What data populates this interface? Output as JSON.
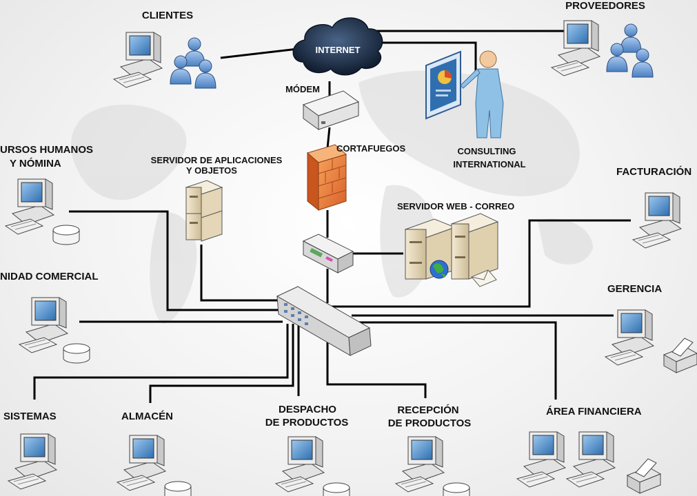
{
  "labels": {
    "clientes": "CLIENTES",
    "internet": "INTERNET",
    "proveedores": "PROVEEDORES",
    "modem": "MÓDEM",
    "cortafuegos": "CORTAFUEGOS",
    "consulting_1": "CONSULTING",
    "consulting_2": "INTERNATIONAL",
    "rrhh_1": "URSOS HUMANOS",
    "rrhh_2": "Y NÓMINA",
    "servidor_app_1": "SERVIDOR DE  APLICACIONES",
    "servidor_app_2": "Y OBJETOS",
    "facturacion": "FACTURACIÓN",
    "servidor_web": "SERVIDOR WEB - CORREO",
    "unidad_comercial": "NIDAD COMERCIAL",
    "gerencia": "GERENCIA",
    "sistemas": "SISTEMAS",
    "almacen": "ALMACÉN",
    "despacho_1": "DESPACHO",
    "despacho_2": "DE PRODUCTOS",
    "recepcion_1": "RECEPCIÓN",
    "recepcion_2": "DE PRODUCTOS",
    "area_financiera": "ÁREA FINANCIERA"
  },
  "colors": {
    "wire": "#000000",
    "cloud": "#1b2c46",
    "firewall": "#e8782e",
    "monitor_body": "#e9e9e9",
    "screen": "#4a88c8",
    "people": "#6f9fd6",
    "server": "#e8dcc0"
  },
  "icons": [
    "computer-icon",
    "people-icon",
    "cloud-icon",
    "modem-icon",
    "firewall-icon",
    "router-icon",
    "server-icon",
    "switch-icon",
    "presenter-icon",
    "printer-icon",
    "database-icon",
    "globe-icon",
    "envelope-icon"
  ]
}
